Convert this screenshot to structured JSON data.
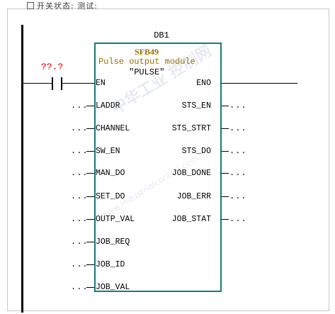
{
  "header_crop": "开关状态: 测试:",
  "instance_db": "DB1",
  "block_type": "SFB49",
  "block_description": "Pulse output module",
  "block_name": "\"PULSE\"",
  "en_contact_address": "??.?",
  "inputs": [
    {
      "name": "EN",
      "value": ""
    },
    {
      "name": "LADDR",
      "value": "..."
    },
    {
      "name": "CHANNEL",
      "value": "..."
    },
    {
      "name": "SW_EN",
      "value": "..."
    },
    {
      "name": "MAN_DO",
      "value": "..."
    },
    {
      "name": "SET_DO",
      "value": "..."
    },
    {
      "name": "OUTP_VAL",
      "value": "..."
    },
    {
      "name": "JOB_REQ",
      "value": "..."
    },
    {
      "name": "JOB_ID",
      "value": "..."
    },
    {
      "name": "JOB_VAL",
      "value": "..."
    }
  ],
  "outputs": [
    {
      "name": "ENO",
      "value": ""
    },
    {
      "name": "STS_EN",
      "value": "..."
    },
    {
      "name": "STS_STRT",
      "value": "..."
    },
    {
      "name": "STS_DO",
      "value": "..."
    },
    {
      "name": "JOB_DONE",
      "value": "..."
    },
    {
      "name": "JOB_ERR",
      "value": "..."
    },
    {
      "name": "JOB_STAT",
      "value": "..."
    }
  ],
  "watermark": {
    "line1": "中华工业 控制网",
    "line2": "www.industrialcontrol.com"
  },
  "colors": {
    "block_border": "#1a7a7a",
    "block_type": "#9a7000",
    "address_unresolved": "#d40000"
  }
}
